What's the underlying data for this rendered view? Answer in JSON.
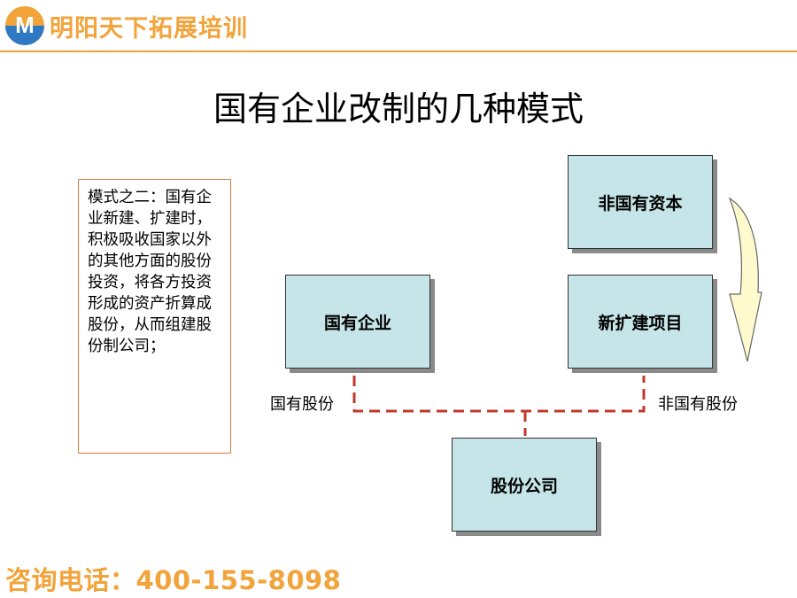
{
  "header": {
    "brand": "明阳天下拓展培训",
    "logo_letter": "M"
  },
  "title": "国有企业改制的几种模式",
  "note": "模式之二：国有企业新建、扩建时，积极吸收国家以外的其他方面的股份投资，将各方投资形成的资产折算成股份，从而组建股份制公司；",
  "boxes": {
    "non_state_capital": "非国有资本",
    "state_enterprise": "国有企业",
    "new_project": "新扩建项目",
    "joint_stock_company": "股份公司"
  },
  "labels": {
    "state_shares": "国有股份",
    "non_state_shares": "非国有股份"
  },
  "footer": {
    "contact": "咨询电话：400-155-8098"
  },
  "colors": {
    "accent": "#f2a33a",
    "box_fill": "#c5e5e8",
    "connector": "#c0392b",
    "arrow_fill": "#fffacd",
    "note_border": "#e07a3c"
  }
}
